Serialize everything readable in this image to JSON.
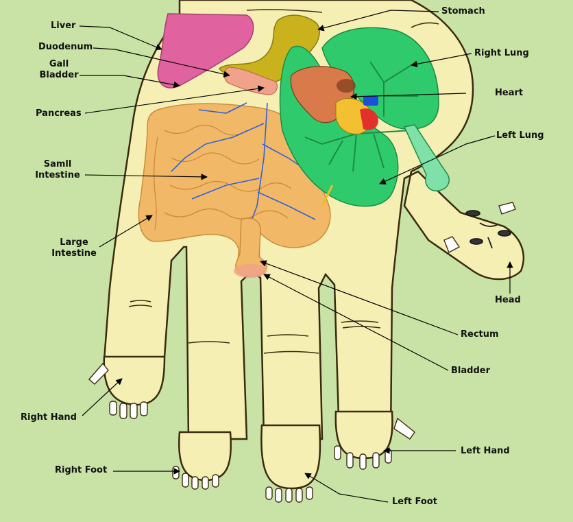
{
  "colors": {
    "background": "#c8e3a5",
    "skin": "#f6efb4",
    "outline": "#3a2a10",
    "liver": "#e0629e",
    "stomach": "#c9b21c",
    "lung": "#2fca6c",
    "bronchi": "#1d8a45",
    "intestine": "#f1b868",
    "vessels": "#2e62d8",
    "heart": "#d97a4a",
    "pancreas": "#f0a28a"
  },
  "labels": {
    "liver": "Liver",
    "duodenum": "Duodenum",
    "gall_bladder_1": "Gall",
    "gall_bladder_2": "Bladder",
    "pancreas": "Pancreas",
    "small_intestine_1": "Samll",
    "small_intestine_2": "Intestine",
    "large_intestine_1": "Large",
    "large_intestine_2": "Intestine",
    "right_hand": "Right Hand",
    "right_foot": "Right Foot",
    "stomach": "Stomach",
    "right_lung": "Right Lung",
    "heart": "Heart",
    "left_lung": "Left Lung",
    "head": "Head",
    "rectum": "Rectum",
    "bladder": "Bladder",
    "left_hand": "Left Hand",
    "left_foot": "Left Foot"
  }
}
